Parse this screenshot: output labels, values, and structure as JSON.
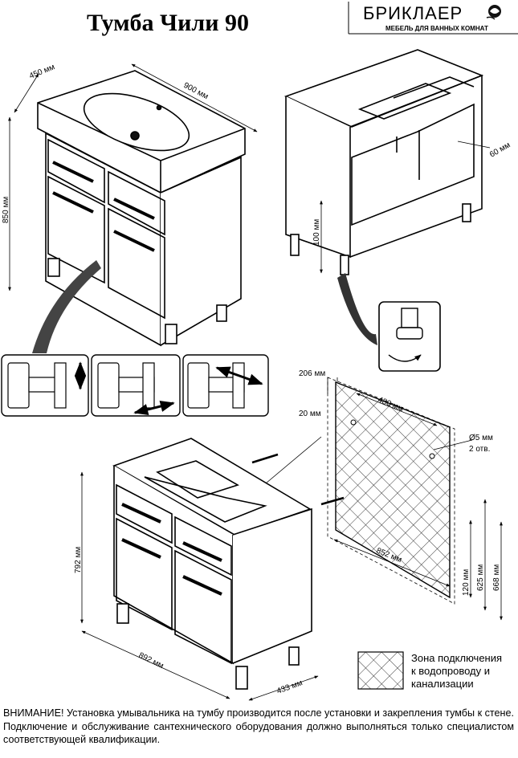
{
  "header": {
    "title": "Тумба Чили 90",
    "brand_name": "БРИКЛАЕР",
    "brand_tagline": "МЕБЕЛЬ ДЛЯ ВАННЫХ КОМНАТ"
  },
  "top_view": {
    "depth": "450 мм",
    "width": "900 мм",
    "height": "850 мм"
  },
  "frame_view": {
    "back_offset": "60 мм",
    "leg_height": "100 мм"
  },
  "mount_view": {
    "edge_offset": "206 мм",
    "side_offset": "20 мм",
    "hole_spacing": "480 мм",
    "hole_diameter": "Ø5 мм",
    "hole_count": "2 отв.",
    "zone_width": "852 мм",
    "zone_bottom": "120 мм",
    "zone_hole_height": "625 мм",
    "zone_top": "668 мм"
  },
  "cabinet_view": {
    "height": "792 мм",
    "width": "892 мм",
    "depth": "433 мм"
  },
  "legend": {
    "lines": [
      "Зона подключения",
      "к водопроводу и",
      "канализации"
    ]
  },
  "warning": {
    "text": "ВНИМАНИЕ! Установка умывальника на тумбу производится после установки и закрепления тумбы к стене. Подключение и обслуживание сантехнического оборудования должно выполняться только специалистом соответствующей квалификации."
  }
}
